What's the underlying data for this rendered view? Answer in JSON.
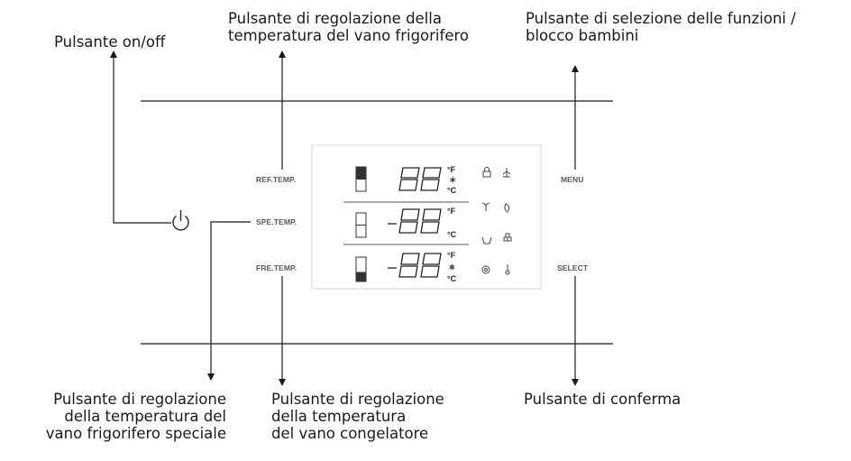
{
  "callouts": {
    "power": "Pulsante on/off",
    "ref_temp": [
      "Pulsante di regolazione della",
      "temperatura del vano frigorifero"
    ],
    "menu": [
      "Pulsante di selezione delle funzioni /",
      "blocco bambini"
    ],
    "spe_temp": [
      "Pulsante di regolazione",
      "della temperatura del",
      "vano frigorifero speciale"
    ],
    "fre_temp": [
      "Pulsante di regolazione",
      "della temperatura",
      "del vano congelatore"
    ],
    "select": "Pulsante di conferma"
  },
  "buttons": {
    "ref_temp": "REF.TEMP.",
    "spe_temp": "SPE.TEMP.",
    "fre_temp": "FRE.TEMP.",
    "menu": "MENU",
    "select": "SELECT"
  },
  "display": {
    "rows": [
      {
        "digits": "88",
        "units": [
          "°F",
          "°C"
        ],
        "level": 0.5
      },
      {
        "digits": "-88",
        "units": [
          "°F",
          "°C"
        ],
        "level": 0.0
      },
      {
        "digits": "-88",
        "units": [
          "°F",
          "°C"
        ],
        "level": 0.3
      }
    ],
    "icons": [
      "lock-icon",
      "fan-icon",
      "plant-icon",
      "leaf-icon",
      "basket-icon",
      "grid-icon",
      "eco-icon",
      "thermometer-icon"
    ]
  }
}
